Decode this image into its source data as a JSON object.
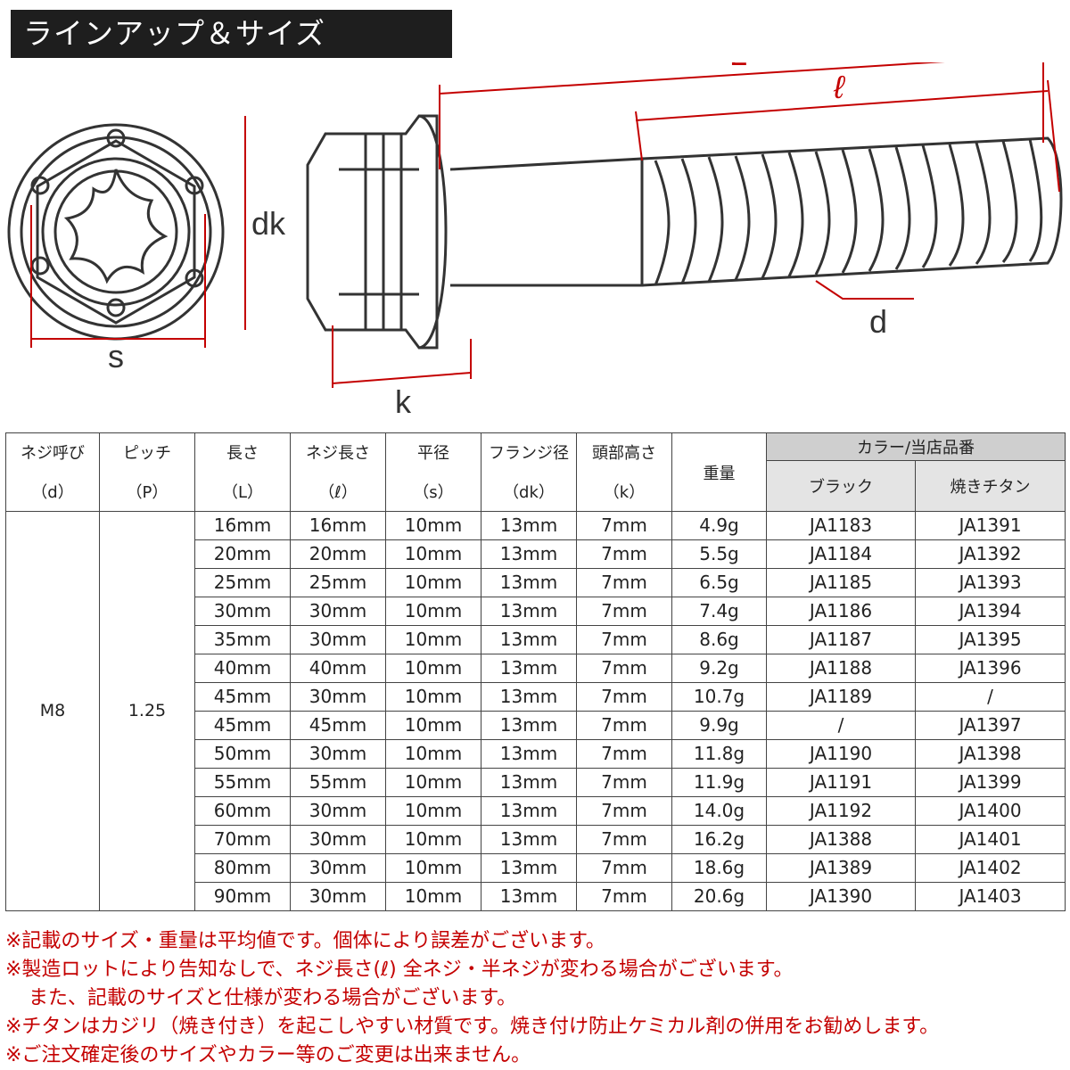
{
  "title": "ラインアップ＆サイズ",
  "diagram": {
    "labels": {
      "L": "L",
      "ell": "ℓ",
      "dk": "dk",
      "d": "d",
      "s": "s",
      "k": "k"
    },
    "colors": {
      "dimension": "#c40000",
      "outline": "#333333"
    }
  },
  "table": {
    "headers": [
      {
        "top": "ネジ呼び",
        "bottom": "（d）"
      },
      {
        "top": "ピッチ",
        "bottom": "（P）"
      },
      {
        "top": "長さ",
        "bottom": "（L）"
      },
      {
        "top": "ネジ長さ",
        "bottom": "（ℓ）"
      },
      {
        "top": "平径",
        "bottom": "（s）"
      },
      {
        "top": "フランジ径",
        "bottom": "（dk）"
      },
      {
        "top": "頭部高さ",
        "bottom": "（k）"
      }
    ],
    "weight_header": "重量",
    "color_group_header": "カラー/当店品番",
    "color_headers": [
      "ブラック",
      "焼きチタン"
    ],
    "nominal": "M8",
    "pitch": "1.25",
    "rows": [
      [
        "16mm",
        "16mm",
        "10mm",
        "13mm",
        "7mm",
        "4.9g",
        "JA1183",
        "JA1391"
      ],
      [
        "20mm",
        "20mm",
        "10mm",
        "13mm",
        "7mm",
        "5.5g",
        "JA1184",
        "JA1392"
      ],
      [
        "25mm",
        "25mm",
        "10mm",
        "13mm",
        "7mm",
        "6.5g",
        "JA1185",
        "JA1393"
      ],
      [
        "30mm",
        "30mm",
        "10mm",
        "13mm",
        "7mm",
        "7.4g",
        "JA1186",
        "JA1394"
      ],
      [
        "35mm",
        "30mm",
        "10mm",
        "13mm",
        "7mm",
        "8.6g",
        "JA1187",
        "JA1395"
      ],
      [
        "40mm",
        "40mm",
        "10mm",
        "13mm",
        "7mm",
        "9.2g",
        "JA1188",
        "JA1396"
      ],
      [
        "45mm",
        "30mm",
        "10mm",
        "13mm",
        "7mm",
        "10.7g",
        "JA1189",
        "/"
      ],
      [
        "45mm",
        "45mm",
        "10mm",
        "13mm",
        "7mm",
        "9.9g",
        "/",
        "JA1397"
      ],
      [
        "50mm",
        "30mm",
        "10mm",
        "13mm",
        "7mm",
        "11.8g",
        "JA1190",
        "JA1398"
      ],
      [
        "55mm",
        "55mm",
        "10mm",
        "13mm",
        "7mm",
        "11.9g",
        "JA1191",
        "JA1399"
      ],
      [
        "60mm",
        "30mm",
        "10mm",
        "13mm",
        "7mm",
        "14.0g",
        "JA1192",
        "JA1400"
      ],
      [
        "70mm",
        "30mm",
        "10mm",
        "13mm",
        "7mm",
        "16.2g",
        "JA1388",
        "JA1401"
      ],
      [
        "80mm",
        "30mm",
        "10mm",
        "13mm",
        "7mm",
        "18.6g",
        "JA1389",
        "JA1402"
      ],
      [
        "90mm",
        "30mm",
        "10mm",
        "13mm",
        "7mm",
        "20.6g",
        "JA1390",
        "JA1403"
      ]
    ]
  },
  "notes": [
    "※記載のサイズ・重量は平均値です。個体により誤差がございます。",
    "※製造ロットにより告知なしで、ネジ長さ(ℓ) 全ネジ・半ネジが変わる場合がございます。",
    "また、記載のサイズと仕様が変わる場合がございます。",
    "※チタンはカジリ（焼き付き）を起こしやすい材質です。焼き付け防止ケミカル剤の併用をお勧めします。",
    "※ご注文確定後のサイズやカラー等のご変更は出来ません。"
  ]
}
